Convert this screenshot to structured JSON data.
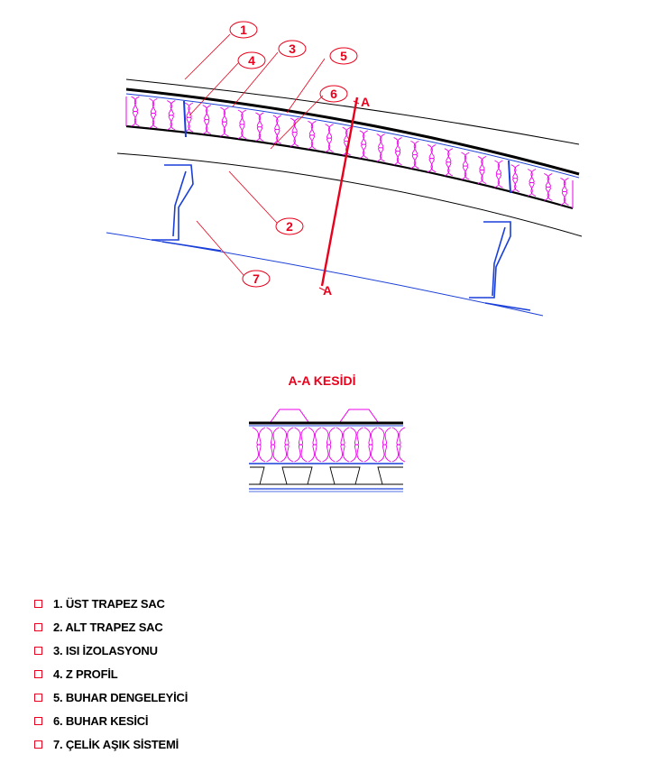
{
  "callouts": [
    "1",
    "2",
    "3",
    "4",
    "5",
    "6",
    "7"
  ],
  "section_markers": {
    "top": "A",
    "bottom": "A"
  },
  "section": {
    "title": "A-A KESİDİ"
  },
  "legend": [
    "1. ÜST TRAPEZ SAC",
    "2. ALT TRAPEZ SAC",
    "3. ISI İZOLASYONU",
    "4. Z PROFİL",
    "5. BUHAR DENGELEYİCİ",
    "6. BUHAR KESİCİ",
    "7. ÇELİK AŞIK SİSTEMİ"
  ],
  "colors": {
    "callout": "#e8001c",
    "insulation": "#ee00ee",
    "profile": "#1a3fd8",
    "sheet": "#000000"
  }
}
